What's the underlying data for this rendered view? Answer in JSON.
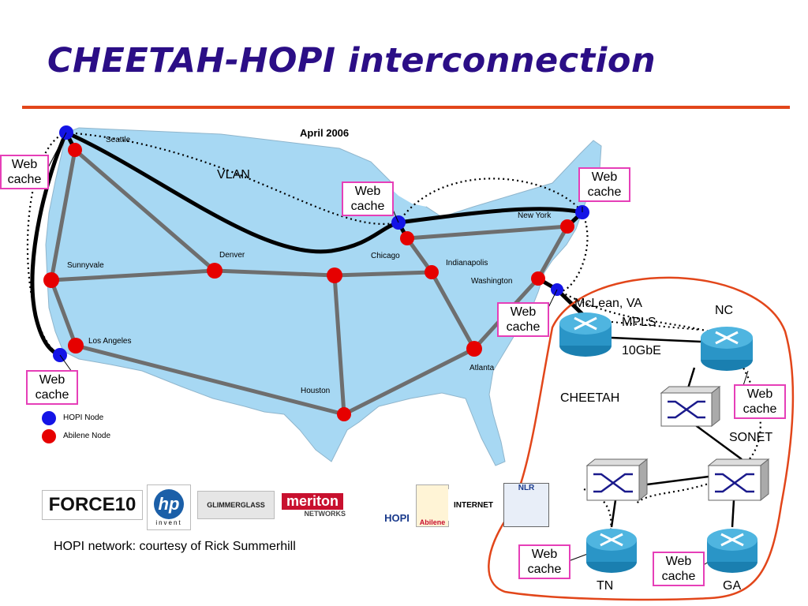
{
  "title": "CHEETAH-HOPI interconnection",
  "map": {
    "date_label": "April 2006",
    "vlan_label": "VLAN",
    "cities": {
      "seattle": "Seattle",
      "sunnyvale": "Sunnyvale",
      "los_angeles": "Los Angeles",
      "denver": "Denver",
      "chicago": "Chicago",
      "indianapolis": "Indianapolis",
      "new_york": "New York",
      "washington": "Washington",
      "atlanta": "Atlanta",
      "houston": "Houston"
    },
    "legend": {
      "hopi_node": "HOPI Node",
      "abilene_node": "Abilene Node"
    },
    "colors": {
      "land": "#a7d8f3",
      "link": "#6e6e6e",
      "hopi_node": "#1414e6",
      "abilene_node": "#e60000",
      "vlan_path": "#000000"
    }
  },
  "web_cache_label": [
    "Web",
    "cache"
  ],
  "cheetah": {
    "network_label": "CHEETAH",
    "mclean_label": "McLean, VA",
    "mpls_label": "MPLS",
    "gbe_label": "10GbE",
    "nc_label": "NC",
    "sonet_label": "SONET",
    "tn_label": "TN",
    "ga_label": "GA",
    "boundary_color": "#e2461a"
  },
  "logos": {
    "force10": "FORCE10",
    "hp": "hp",
    "hp_sub": "invent",
    "glimmerglass": "GLIMMERGLASS",
    "meriton": "meriton",
    "meriton_sub": "NETWORKS",
    "hopi": "HOPI",
    "abilene": "Abilene",
    "internet2": "INTERNET",
    "nlr": "NLR"
  },
  "credit": "HOPI network: courtesy of Rick Summerhill"
}
